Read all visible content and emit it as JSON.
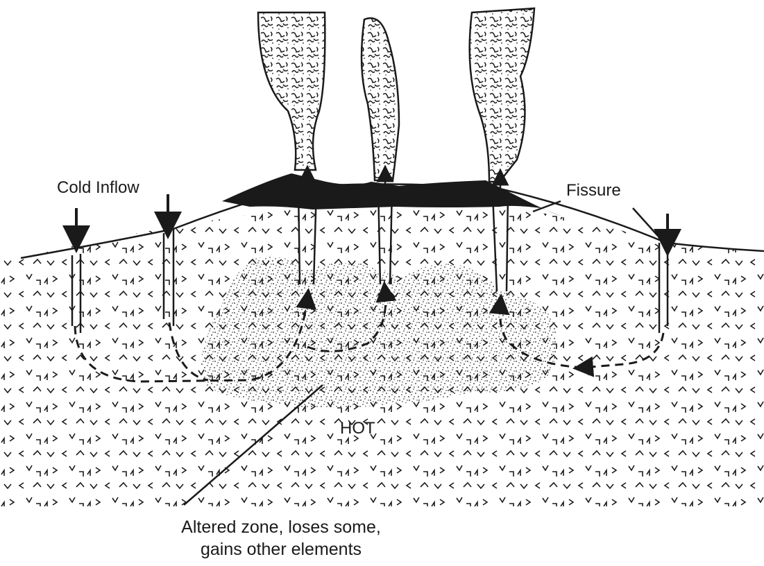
{
  "labels": {
    "cold_inflow": "Cold Inflow",
    "fissure": "Fissure",
    "hot": "HOT",
    "altered_zone_line1": "Altered zone, loses some,",
    "altered_zone_line2": "gains other elements"
  },
  "colors": {
    "ink": "#1a1a1a",
    "background": "#ffffff"
  }
}
